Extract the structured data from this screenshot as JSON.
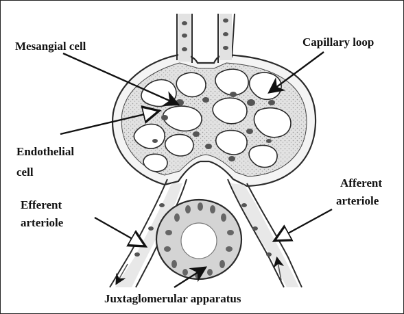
{
  "labels": {
    "mesangial_cell": "Mesangial cell",
    "capillary_loop": "Capillary loop",
    "endothelial_line1": "Endothelial",
    "endothelial_line2": "cell",
    "efferent_line1": "Efferent",
    "efferent_line2": "arteriole",
    "afferent_line1": "Afferent",
    "afferent_line2": "arteriole",
    "juxtaglomerular": "Juxtaglomerular apparatus"
  },
  "colors": {
    "outline": "#2a2a2a",
    "capsule_fill": "#f4f4f4",
    "tissue_fill": "#d9d9d9",
    "nucleus": "#555555",
    "lumen": "#ffffff"
  }
}
